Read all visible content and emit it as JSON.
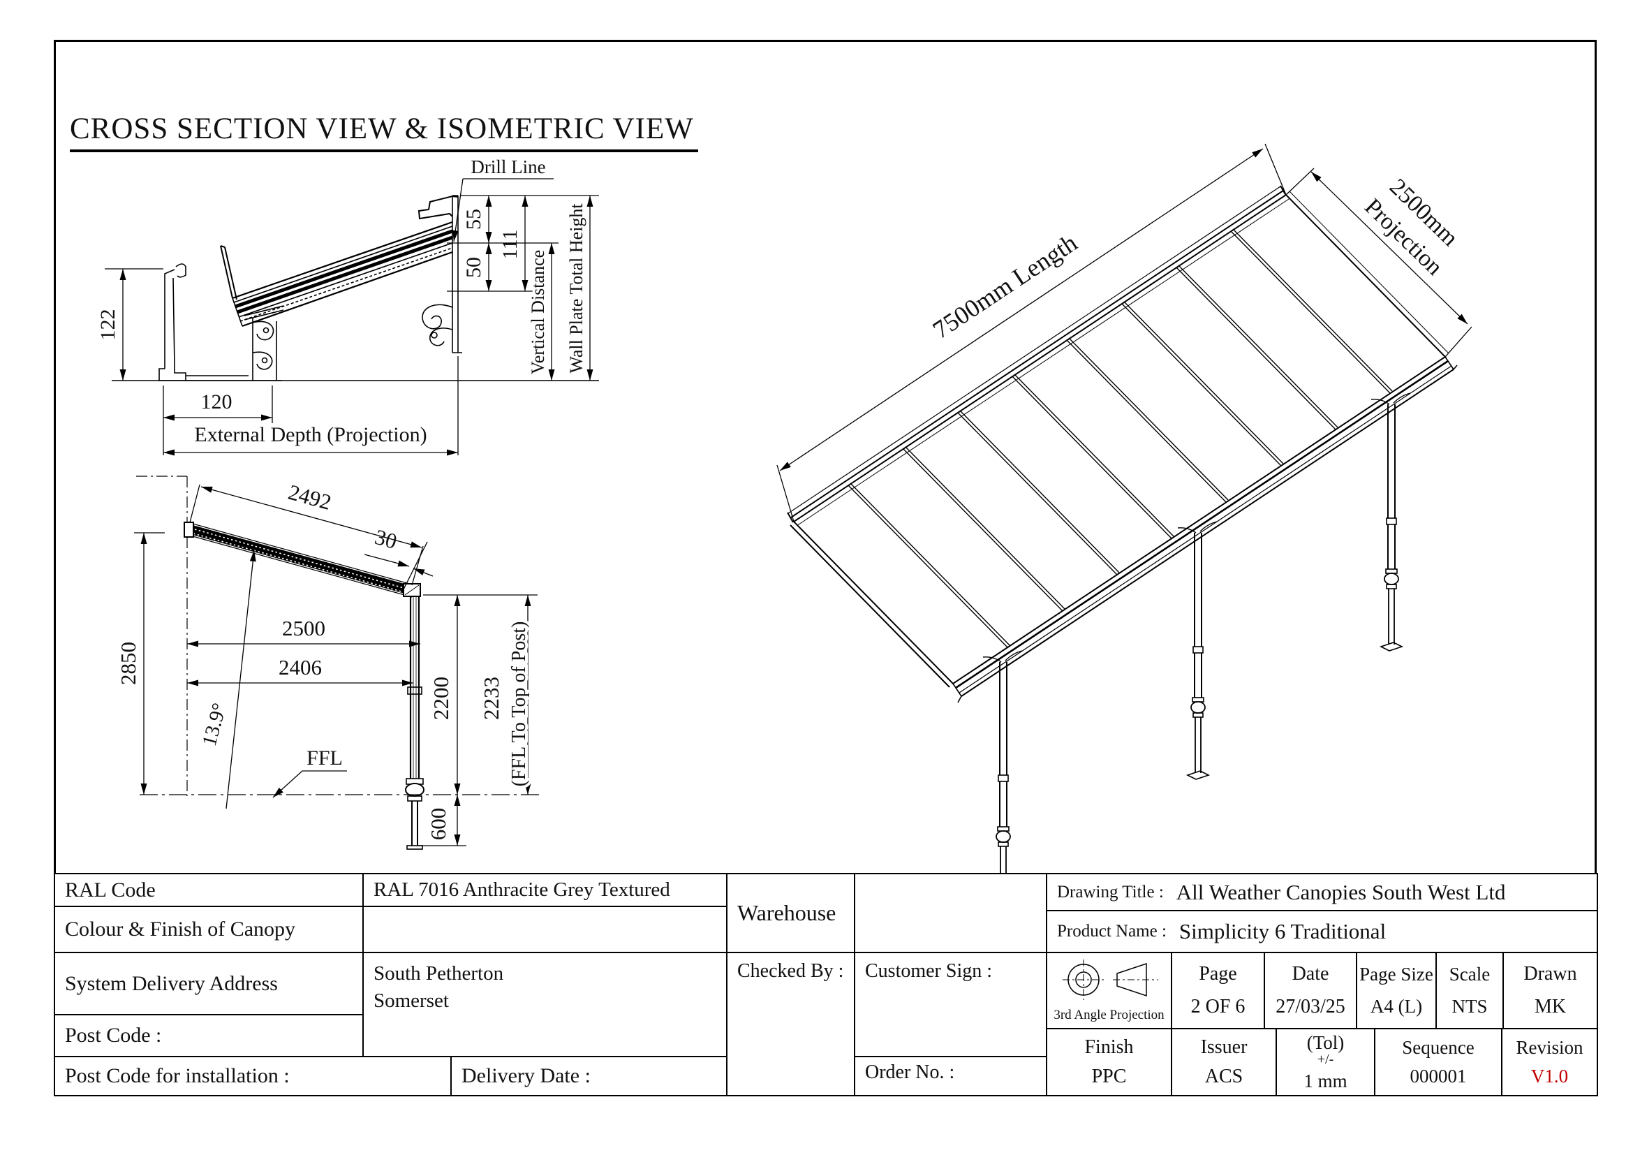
{
  "page": {
    "title": "CROSS SECTION VIEW & ISOMETRIC VIEW"
  },
  "cross_section": {
    "drill_line_label": "Drill Line",
    "dim_55": "55",
    "dim_111": "111",
    "dim_50": "50",
    "vertical_distance_label": "Vertical Distance",
    "wall_plate_total_height_label": "Wall Plate Total Height",
    "dim_122": "122",
    "dim_120": "120",
    "external_depth_label": "External Depth (Projection)"
  },
  "elevation": {
    "dim_2492": "2492",
    "dim_30": "30",
    "dim_2850": "2850",
    "dim_2500": "2500",
    "dim_2406": "2406",
    "angle_label": "13.9°",
    "ffl_label": "FFL",
    "dim_2200": "2200",
    "dim_2233": "2233",
    "ffl_to_top_label": "(FFL To Top of Post)",
    "dim_600": "600"
  },
  "isometric": {
    "length_label": "7500mm Length",
    "projection_label_line1": "2500mm",
    "projection_label_line2": "Projection"
  },
  "title_block": {
    "ral_code_label": "RAL Code",
    "ral_code_value": "RAL 7016 Anthracite Grey Textured",
    "colour_finish_label": "Colour & Finish of Canopy",
    "system_delivery_label": "System Delivery Address",
    "system_delivery_line1": "South Petherton",
    "system_delivery_line2": "Somerset",
    "post_code_label": "Post Code :",
    "post_code_install_label": "Post Code for installation :",
    "delivery_date_label": "Delivery Date :",
    "warehouse_label": "Warehouse",
    "checked_by_label": "Checked By :",
    "customer_sign_label": "Customer Sign :",
    "order_no_label": "Order No. :",
    "drawing_title_label": "Drawing Title :",
    "drawing_title_value": "All Weather Canopies South West Ltd",
    "product_name_label": "Product Name :",
    "product_name_value": "Simplicity 6 Traditional",
    "projection_symbol_label": "3rd Angle Projection",
    "page_label": "Page",
    "page_value": "2 OF 6",
    "date_label": "Date",
    "date_value": "27/03/25",
    "page_size_label": "Page Size",
    "page_size_value": "A4 (L)",
    "scale_label": "Scale",
    "scale_value": "NTS",
    "drawn_label": "Drawn",
    "drawn_value": "MK",
    "finish_label": "Finish",
    "finish_value": "PPC",
    "issuer_label": "Issuer",
    "issuer_value": "ACS",
    "tol_label": "(Tol)",
    "tol_plusminus": "+/-",
    "tol_value": "1 mm",
    "sequence_label": "Sequence",
    "sequence_value": "000001",
    "revision_label": "Revision",
    "revision_value": "V1.0",
    "revision_color": "#c00000"
  }
}
